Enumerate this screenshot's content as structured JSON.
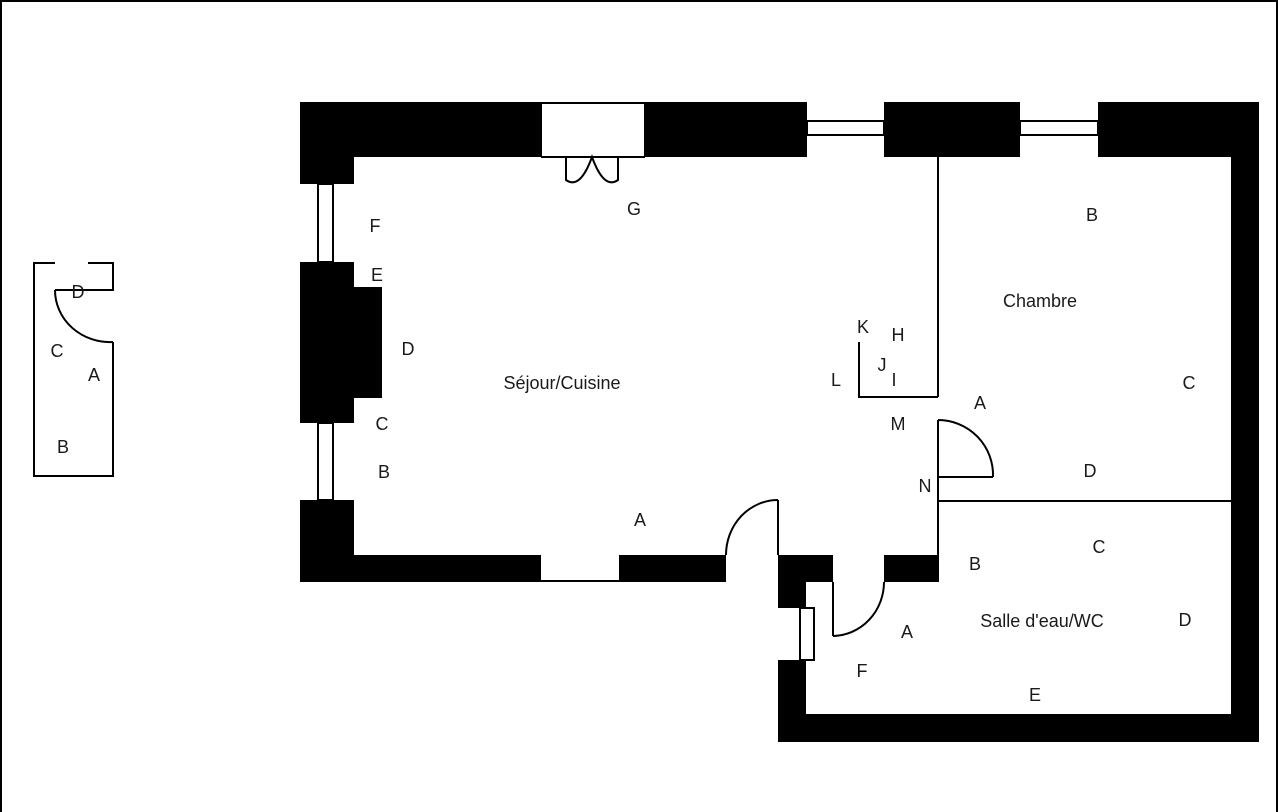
{
  "rooms": {
    "sejour": "Séjour/Cuisine",
    "chambre": "Chambre",
    "salle": "Salle d'eau/WC"
  },
  "labels": {
    "entry": {
      "a": "A",
      "b": "B",
      "c": "C",
      "d": "D"
    },
    "sejour": {
      "a": "A",
      "b": "B",
      "c": "C",
      "d": "D",
      "e": "E",
      "f": "F",
      "g": "G",
      "h": "H",
      "i": "I",
      "j": "J",
      "k": "K",
      "l": "L",
      "m": "M",
      "n": "N"
    },
    "chambre": {
      "a": "A",
      "b": "B",
      "c": "C",
      "d": "D"
    },
    "salle": {
      "a": "A",
      "b": "B",
      "c": "C",
      "d": "D",
      "e": "E",
      "f": "F"
    }
  }
}
